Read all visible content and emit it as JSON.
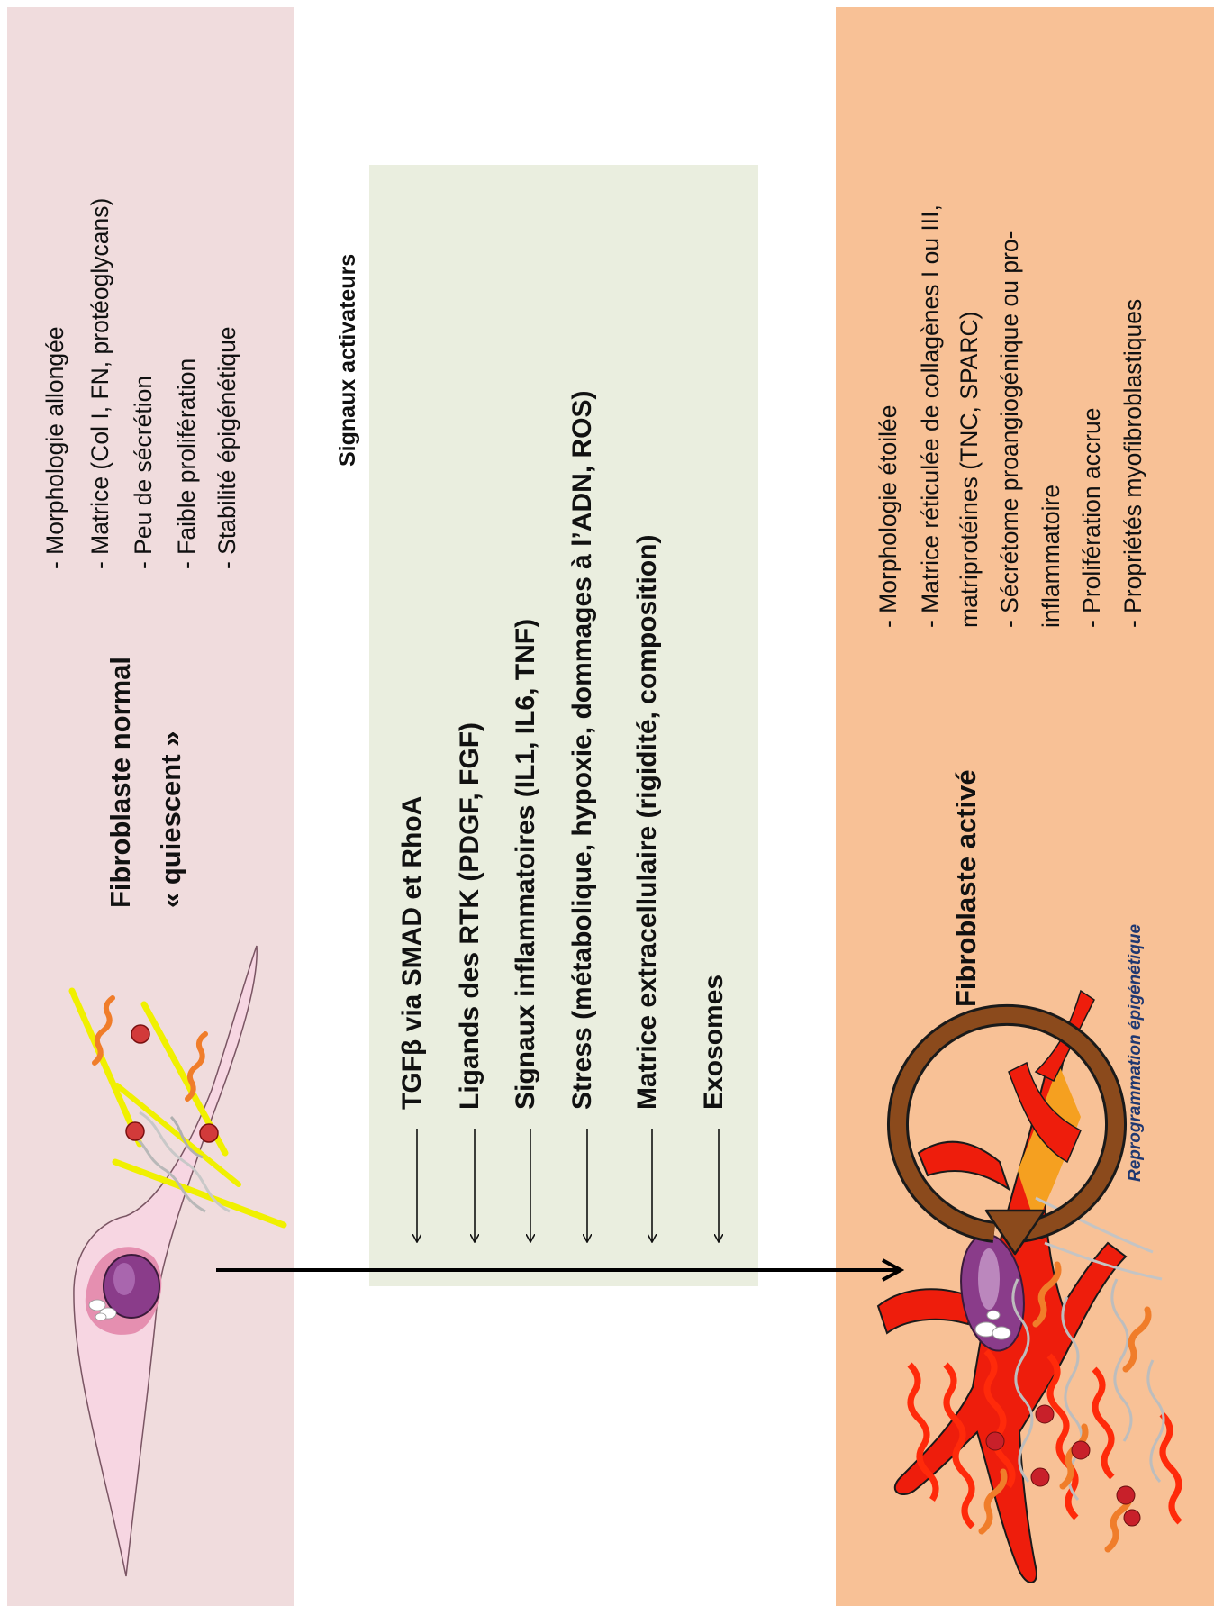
{
  "left_panel": {
    "title_line1": "Fibroblaste normal",
    "title_line2": "« quiescent »",
    "features": [
      "- Morphologie  allongée",
      "- Matrice (Col I, FN, protéoglycans)",
      "- Peu de sécrétion",
      "- Faible prolifération",
      "- Stabilité épigénétique"
    ]
  },
  "middle": {
    "header": "Signaux activateurs",
    "signals": [
      "TGFβ via SMAD et RhoA",
      "Ligands des RTK (PDGF, FGF)",
      "Signaux inflammatoires (IL1, IL6, TNF)",
      "Stress (métabolique, hypoxie, dommages à l’ADN, ROS)",
      "Matrice extracellulaire (rigidité, composition)",
      "Exosomes"
    ]
  },
  "right_panel": {
    "title": "Fibroblaste activé",
    "cycle_label": "Reprogrammation épigénétique",
    "features": [
      "- Morphologie  étoilée",
      "- Matrice réticulée de collagènes I ou III,",
      "matriprotéines (TNC, SPARC)",
      "- Sécrétome proangiogénique ou pro-",
      "inflammatoire",
      "- Prolifération accrue",
      "- Propriétés myofibroblastiques"
    ]
  },
  "colors": {
    "left_panel_bg": "#f0dcdd",
    "middle_box_bg": "#eaeedf",
    "right_panel_bg": "#f8c196",
    "cycle_arrow": "#8b4a1c",
    "label_blue": "#1f3770"
  }
}
